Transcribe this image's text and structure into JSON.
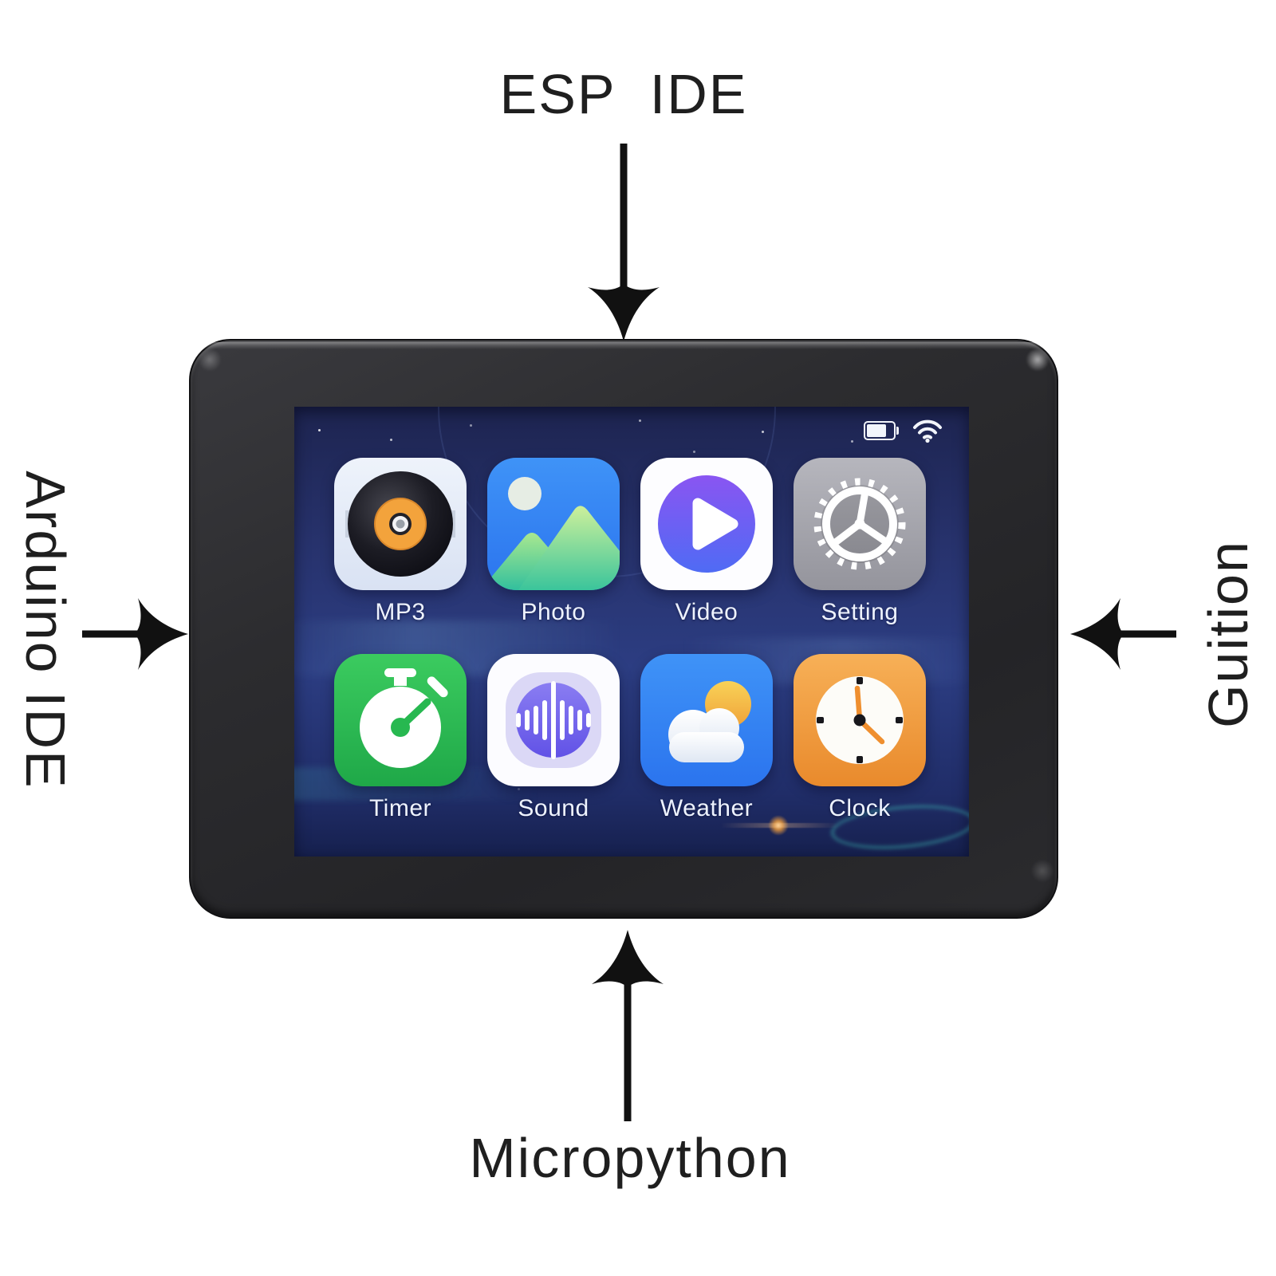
{
  "annotations": {
    "top": {
      "label": "ESP IDE",
      "arrow_direction": "down"
    },
    "left": {
      "label": "Arduino IDE",
      "arrow_direction": "right"
    },
    "right": {
      "label": "Guition",
      "arrow_direction": "left"
    },
    "bottom": {
      "label": "Micropython",
      "arrow_direction": "up"
    }
  },
  "device": {
    "status_bar": {
      "icons": [
        {
          "name": "battery-icon"
        },
        {
          "name": "wifi-icon"
        }
      ]
    },
    "home_screen": {
      "apps": [
        {
          "label": "MP3",
          "icon": "vinyl-record-icon",
          "tile_color": "#e4ebf7"
        },
        {
          "label": "Photo",
          "icon": "photo-gallery-icon",
          "tile_color": "#2f80f0"
        },
        {
          "label": "Video",
          "icon": "play-icon",
          "tile_color": "#ffffff"
        },
        {
          "label": "Setting",
          "icon": "gear-icon",
          "tile_color": "#a4a4ac"
        },
        {
          "label": "Timer",
          "icon": "stopwatch-icon",
          "tile_color": "#2fbd54"
        },
        {
          "label": "Sound",
          "icon": "waveform-icon",
          "tile_color": "#ffffff"
        },
        {
          "label": "Weather",
          "icon": "sun-cloud-icon",
          "tile_color": "#2f80f0"
        },
        {
          "label": "Clock",
          "icon": "clock-icon",
          "tile_color": "#f09a3e"
        }
      ]
    }
  },
  "colors": {
    "page_background": "#ffffff",
    "bezel": "#2b2b2d",
    "screen_background": "#27336e",
    "annotation_text": "#1f1f1f",
    "app_label_text": "#ffffff"
  }
}
